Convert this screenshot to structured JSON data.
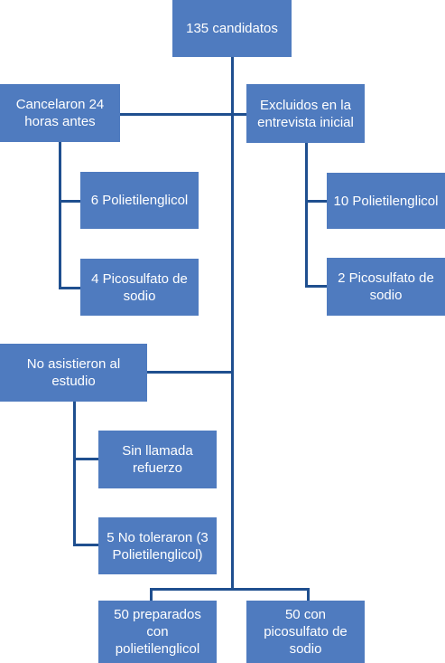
{
  "colors": {
    "box_fill": "#4f7bbf",
    "box_text": "#ffffff",
    "connector": "#1f4f8f",
    "background": "#ffffff"
  },
  "nodes": {
    "root": "135 candidatos",
    "cancelled": "Cancelaron 24 horas antes",
    "cancelled_peg": "6 Polietilenglicol",
    "cancelled_pico": "4 Picosulfato de sodio",
    "excluded": "Excluidos en la entrevista inicial",
    "excluded_peg": "10 Polietilenglicol",
    "excluded_pico": "2 Picosulfato de sodio",
    "no_show": "No asistieron al estudio",
    "no_call": "Sin llamada refuerzo",
    "no_tolerate": "5 No toleraron (3 Polietilenglicol)",
    "final_peg": "50 preparados con polietilenglicol",
    "final_pico": "50 con picosulfato de sodio"
  }
}
